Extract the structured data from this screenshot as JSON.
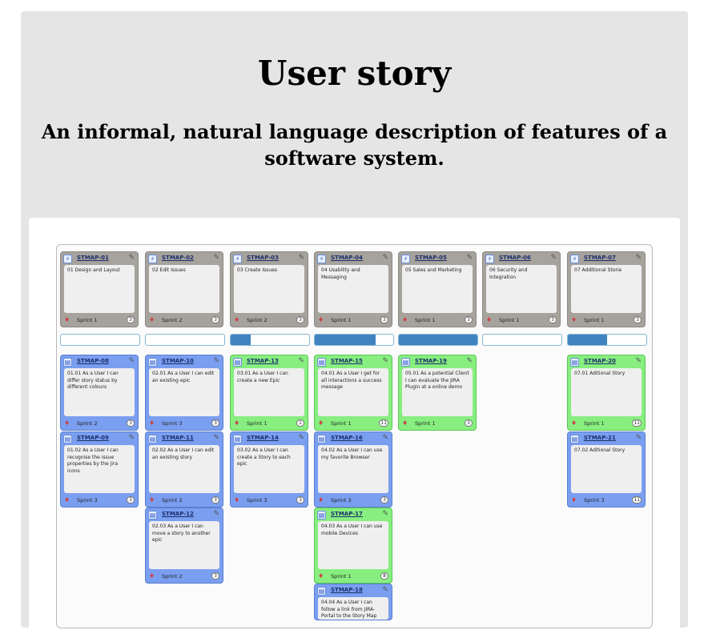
{
  "header": {
    "title": "User story",
    "subtitle": "An informal, natural language description of features of a software system."
  },
  "board": {
    "epics": [
      {
        "key": "STMAP-01",
        "summary": "01 Design and Layout",
        "sprint": "Sprint 1",
        "count": "3"
      },
      {
        "key": "STMAP-02",
        "summary": "02 Edit Issues",
        "sprint": "Sprint 2",
        "count": "3"
      },
      {
        "key": "STMAP-03",
        "summary": "03 Create Issues",
        "sprint": "Sprint 2",
        "count": "3"
      },
      {
        "key": "STMAP-04",
        "summary": "04 Usability and Messaging",
        "sprint": "Sprint 1",
        "count": "3"
      },
      {
        "key": "STMAP-05",
        "summary": "05 Sales and Marketing",
        "sprint": "Sprint 1",
        "count": "3"
      },
      {
        "key": "STMAP-06",
        "summary": "06 Security and Integration",
        "sprint": "Sprint 1",
        "count": "3"
      },
      {
        "key": "STMAP-07",
        "summary": "07 Additional Storie",
        "sprint": "Sprint 1",
        "count": "3"
      }
    ],
    "progress": [
      0,
      0,
      0.25,
      0.78,
      1.0,
      0,
      0.5
    ],
    "stories": [
      {
        "key": "STMAP-08",
        "summary": "01.01 As a User I can differ story status by different colours",
        "sprint": "Sprint 2",
        "count": "3",
        "color": "blue"
      },
      {
        "key": "STMAP-09",
        "summary": "01.02 As a User I can recognise the issue properties by the jira icons",
        "sprint": "Sprint 3",
        "count": "3",
        "color": "blue"
      },
      {
        "key": "STMAP-10",
        "summary": "02.01 As a User I can edit an existing epic",
        "sprint": "Sprint 3",
        "count": "3",
        "color": "blue"
      },
      {
        "key": "STMAP-11",
        "summary": "02.02 As a User I can edit an existing story",
        "sprint": "Sprint 2",
        "count": "3",
        "color": "blue"
      },
      {
        "key": "STMAP-12",
        "summary": "02.03 As a User I can move a story to another epic",
        "sprint": "Sprint 2",
        "count": "3",
        "color": "blue"
      },
      {
        "key": "STMAP-13",
        "summary": "03.01 As a User I can create a new Epic",
        "sprint": "Sprint 1",
        "count": "1",
        "color": "green"
      },
      {
        "key": "STMAP-14",
        "summary": "03.02 As a User I can create a Story to each epic",
        "sprint": "Sprint 3",
        "count": "3",
        "color": "blue"
      },
      {
        "key": "STMAP-15",
        "summary": "04.01 As a User I get for all interactions a success message",
        "sprint": "Sprint 1",
        "count": "11",
        "color": "green"
      },
      {
        "key": "STMAP-16",
        "summary": "04.02 As a User I can use my favorite Browser",
        "sprint": "Sprint 3",
        "count": "3",
        "color": "blue"
      },
      {
        "key": "STMAP-17",
        "summary": "04.03 As a User I can use mobile Devices",
        "sprint": "Sprint 1",
        "count": "8",
        "color": "green"
      },
      {
        "key": "STMAP-18",
        "summary": "04.04 As a User I can follow a link from JIRA- Portal to the Story Map",
        "sprint": "",
        "count": "",
        "color": "blue"
      },
      {
        "key": "STMAP-19",
        "summary": "05.01 As a potential Client I can evaluate the JIRA Plugin at a online demo",
        "sprint": "Sprint 1",
        "count": "3",
        "color": "green"
      },
      {
        "key": "STMAP-20",
        "summary": "07.01 Aditional Story",
        "sprint": "Sprint 1",
        "count": "11",
        "color": "green"
      },
      {
        "key": "STMAP-21",
        "summary": "07.02 Aditional Story",
        "sprint": "Sprint 3",
        "count": "11",
        "color": "blue"
      }
    ]
  },
  "icons": {
    "type": "story-type-icon",
    "edit": "pencil-icon",
    "priority": "priority-icon"
  },
  "colors": {
    "epic": "#a6a29c",
    "blue": "#7a9ef0",
    "green": "#87ee7f",
    "progress": "#3f84c1"
  }
}
